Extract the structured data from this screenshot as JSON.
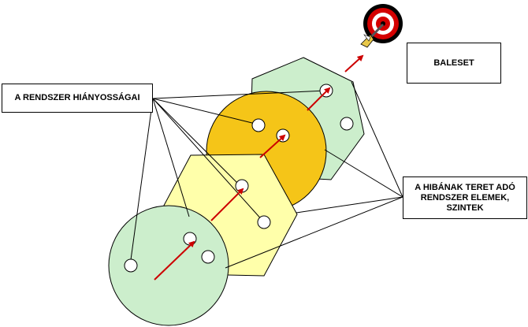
{
  "labels": {
    "system_deficiencies": "A RENDSZER HIÁNYOSSÁGAI",
    "accident": "BALESET",
    "error_enabling_elements": {
      "line1": "A HIBÁNAK TERET ADÓ",
      "line2": "RENDSZER ELEMEK,",
      "line3": "SZINTEK"
    }
  },
  "colors": {
    "light_green": "#cceecc",
    "light_yellow": "#ffffaa",
    "gold": "#f5c518",
    "arrow_red": "#cc0000",
    "target_red": "#d40000",
    "target_black": "#000000",
    "dart_yellow": "#e8c84a"
  },
  "icons": {
    "target": "dartboard-target-icon"
  }
}
